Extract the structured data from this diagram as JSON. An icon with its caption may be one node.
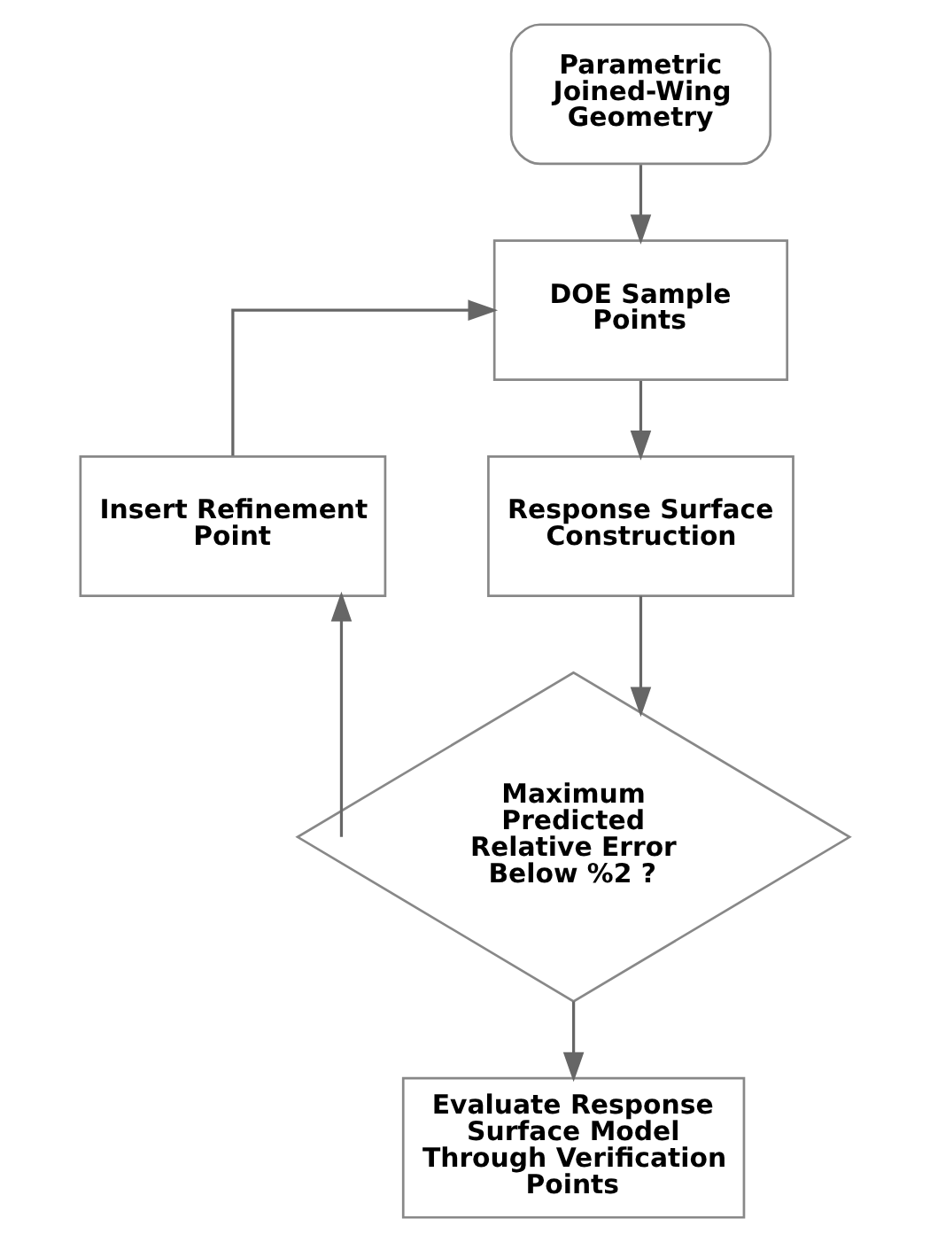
{
  "diagram": {
    "nodes": [
      {
        "text": [
          "Parametric Joined-Wing Geometry"
        ]
      },
      {
        "text": [
          "DOE Sample Points"
        ]
      },
      {
        "text": [
          "Response Surface Construction"
        ]
      },
      {
        "text": [
          "Maximum Predicted Relative Error Below %2 ?"
        ]
      },
      {
        "text": [
          "Evaluate Response Surface Model Through Verification Points"
        ]
      },
      {
        "text": [
          "Insert Refinement Point"
        ]
      }
    ],
    "edges": [
      {
        "from": 0,
        "to": 1,
        "arrow": "to"
      },
      {
        "from": 1,
        "to": 2,
        "arrow": "to"
      },
      {
        "from": 2,
        "to": 3,
        "arrow": "to"
      },
      {
        "from": 3,
        "to": 4,
        "arrow": "to"
      },
      {
        "from": 3,
        "to": 5,
        "arrow": "to"
      },
      {
        "from": 5,
        "to": 1,
        "arrow": "to"
      }
    ]
  }
}
